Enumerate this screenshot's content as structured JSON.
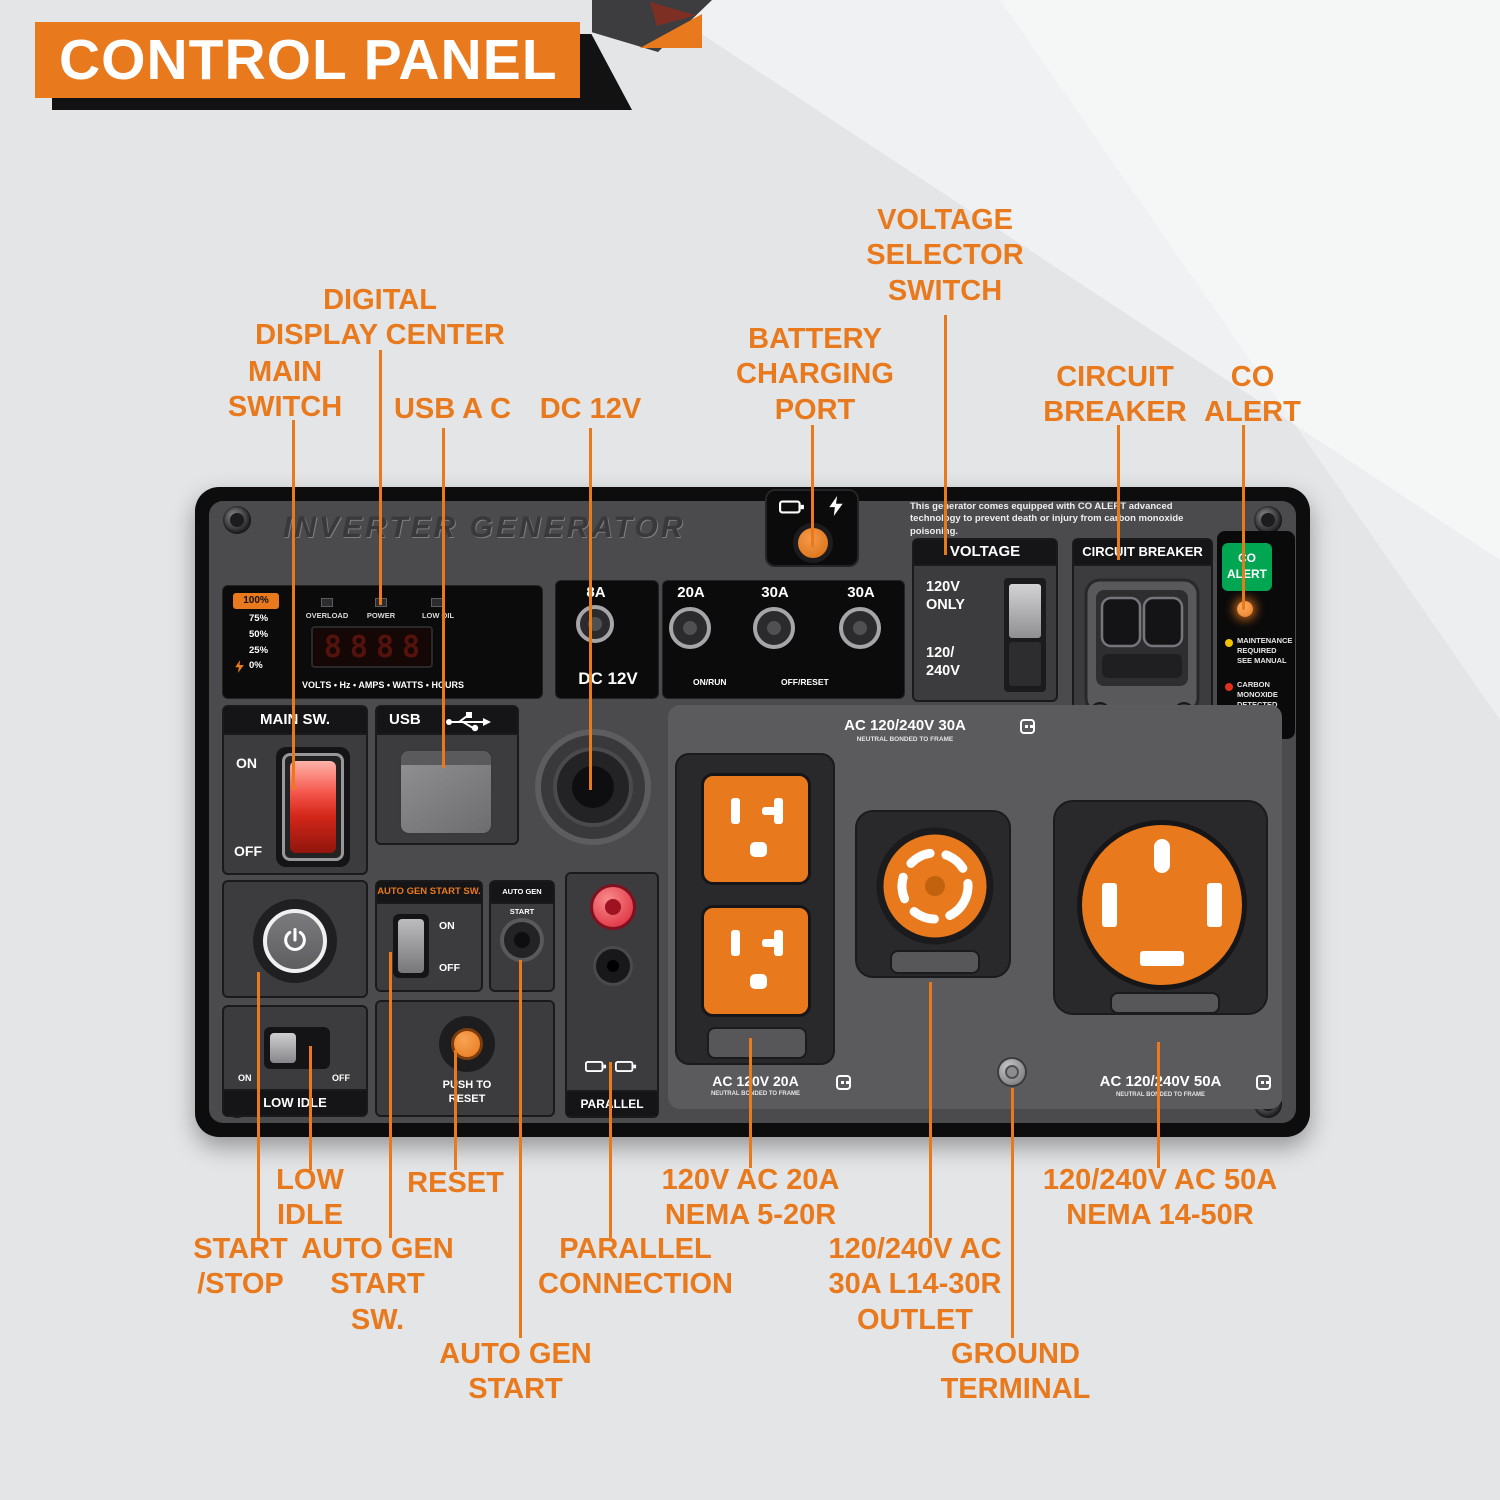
{
  "header": {
    "title": "CONTROL PANEL"
  },
  "panel": {
    "brand": "INVERTER GENERATOR",
    "co_notice": "This generator comes equipped with CO ALERT advanced technology to prevent death or injury from carbon monoxide poisoning.",
    "voltage": {
      "title": "VOLTAGE",
      "opt_top": "120V\nONLY",
      "opt_bottom": "120/\n240V"
    },
    "circuit_breaker": {
      "title": "CIRCUIT BREAKER"
    },
    "co_alert": {
      "badge": "CO\nALERT",
      "maintenance": "MAINTENANCE\nREQUIRED\nSEE MANUAL",
      "carbon": "CARBON\nMONOXIDE\nDETECTED"
    },
    "display": {
      "battery": [
        "100%",
        "75%",
        "50%",
        "25%",
        "0%"
      ],
      "indicators": [
        "OVERLOAD",
        "POWER",
        "LOW OIL"
      ],
      "digits": "8888",
      "units": "VOLTS • Hz • AMPS • WATTS • HOURS"
    },
    "breakers": {
      "b8": "8A",
      "dc12v": "DC 12V",
      "b20": "20A",
      "b30a": "30A",
      "b30b": "30A",
      "on_run": "ON/RUN",
      "off_reset": "OFF/RESET"
    },
    "main_sw": {
      "title": "MAIN SW.",
      "on": "ON",
      "off": "OFF"
    },
    "usb": {
      "title": "USB"
    },
    "ac30": {
      "label": "AC 120/240V 30A",
      "sub": "NEUTRAL BONDED TO FRAME"
    },
    "auto_gen_sw": {
      "title": "AUTO GEN START SW.",
      "on": "ON",
      "off": "OFF"
    },
    "auto_gen_start": {
      "title": "AUTO GEN START"
    },
    "parallel": {
      "label": "PARALLEL"
    },
    "low_idle": {
      "label": "LOW IDLE",
      "on": "ON",
      "off": "OFF"
    },
    "reset": {
      "label": "PUSH TO\nRESET"
    },
    "ac20": {
      "label": "AC 120V 20A",
      "sub": "NEUTRAL BONDED TO FRAME"
    },
    "ac50": {
      "label": "AC 120/240V 50A",
      "sub": "NEUTRAL BONDED TO FRAME"
    }
  },
  "callouts": {
    "main_switch": "MAIN\nSWITCH",
    "digital_display": "DIGITAL\nDISPLAY CENTER",
    "usb_ac": "USB A C",
    "dc_12v": "DC 12V",
    "battery_port": "BATTERY\nCHARGING\nPORT",
    "voltage_selector": "VOLTAGE\nSELECTOR\nSWITCH",
    "circuit_breaker": "CIRCUIT\nBREAKER",
    "co_alert": "CO\nALERT",
    "low_idle": "LOW\nIDLE",
    "reset": "RESET",
    "start_stop": "START\n/STOP",
    "auto_gen_start_sw": "AUTO GEN\nSTART\nSW.",
    "parallel_connection": "PARALLEL\nCONNECTION",
    "nema_520": "120V AC 20A\nNEMA 5-20R",
    "l14_30": "120/240V AC\n30A L14-30R\nOUTLET",
    "auto_gen_start": "AUTO GEN\nSTART",
    "ground_terminal": "GROUND\nTERMINAL",
    "nema_1450": "120/240V AC 50A\nNEMA 14-50R"
  },
  "colors": {
    "accent": "#E8791D",
    "green": "#00A651",
    "red": "#E0301E",
    "panel_black": "#141414",
    "panel_gray": "#4b4b4e"
  }
}
